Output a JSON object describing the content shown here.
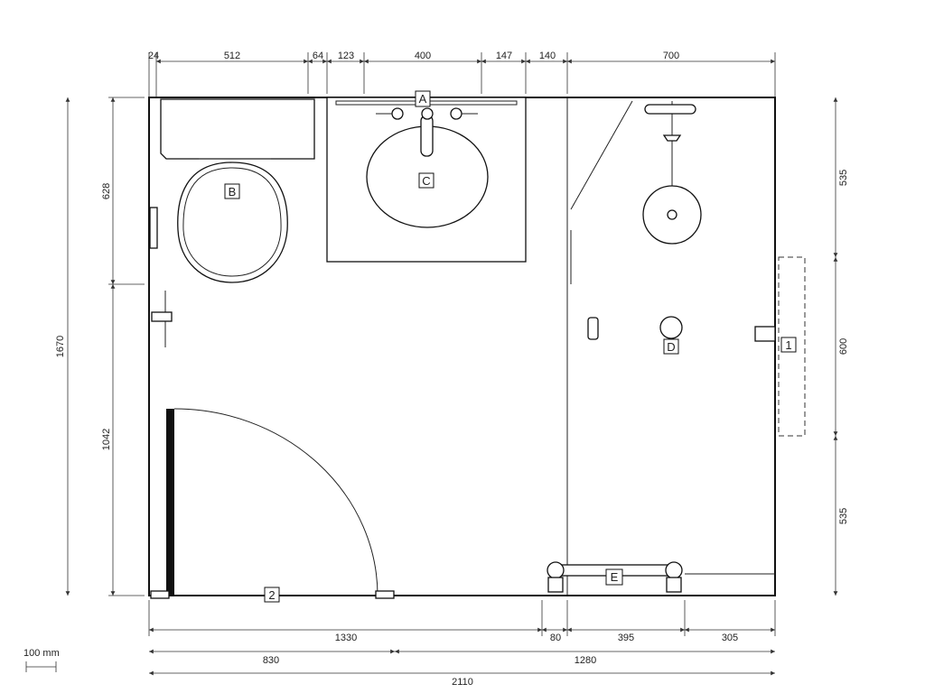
{
  "dimensions": {
    "top": [
      "24",
      "512",
      "64",
      "123",
      "400",
      "147",
      "140",
      "700"
    ],
    "bottom_row1": [
      "1330",
      "80",
      "395",
      "305"
    ],
    "bottom_row2": [
      "830",
      "1280"
    ],
    "bottom_total": "2110",
    "left_total": "1670",
    "left_parts": [
      "628",
      "1042"
    ],
    "right_parts": [
      "535",
      "600",
      "535"
    ]
  },
  "scale_bar": {
    "label": "100 mm"
  },
  "fixture_tags": {
    "a": "A",
    "b": "B",
    "c": "C",
    "d": "D",
    "e": "E"
  },
  "area_tags": {
    "one": "1",
    "two": "2"
  }
}
